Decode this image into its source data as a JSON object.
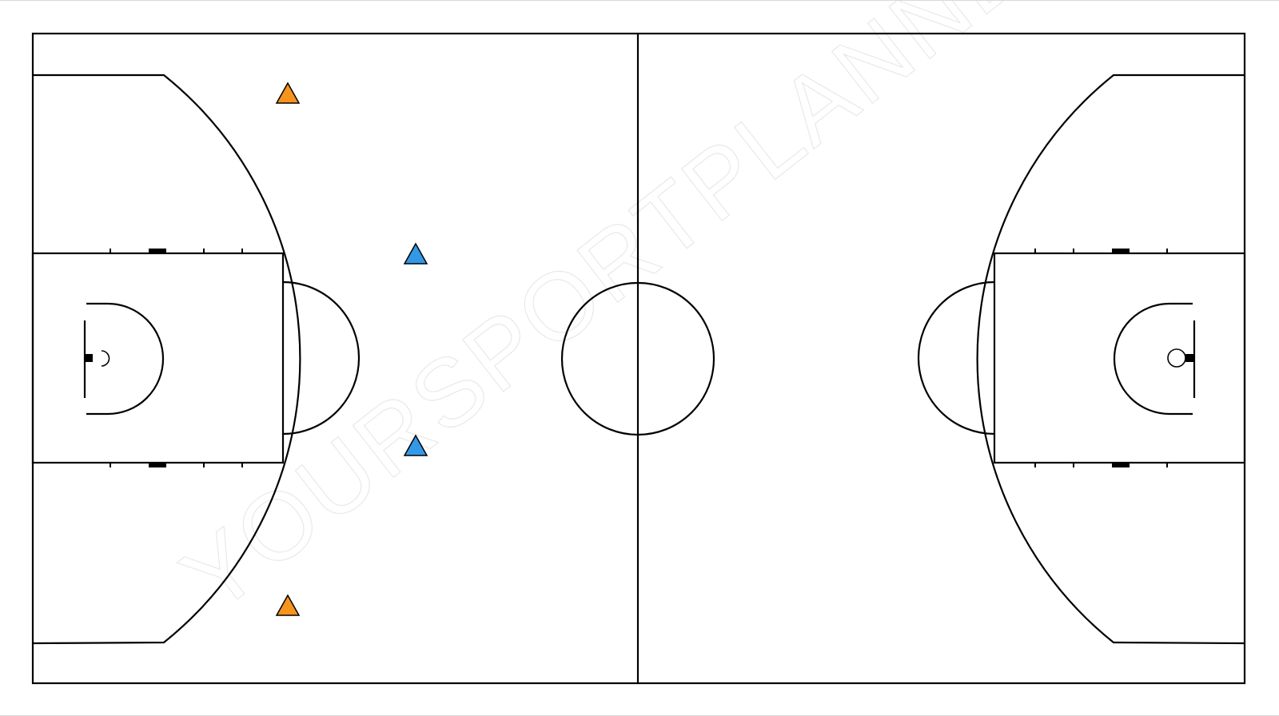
{
  "watermark": "YOURSPORTPLANNER",
  "colors": {
    "court_line": "#000000",
    "background": "#ffffff",
    "attacker": "#f7941d",
    "defender": "#3399e6",
    "watermark": "#e9e9e9"
  },
  "markers": [
    {
      "name": "orange-cone-top",
      "shape": "triangle",
      "color": "attacker"
    },
    {
      "name": "blue-cone-upper",
      "shape": "triangle",
      "color": "defender"
    },
    {
      "name": "blue-cone-lower",
      "shape": "triangle",
      "color": "defender"
    },
    {
      "name": "orange-cone-bottom",
      "shape": "triangle",
      "color": "attacker"
    }
  ]
}
